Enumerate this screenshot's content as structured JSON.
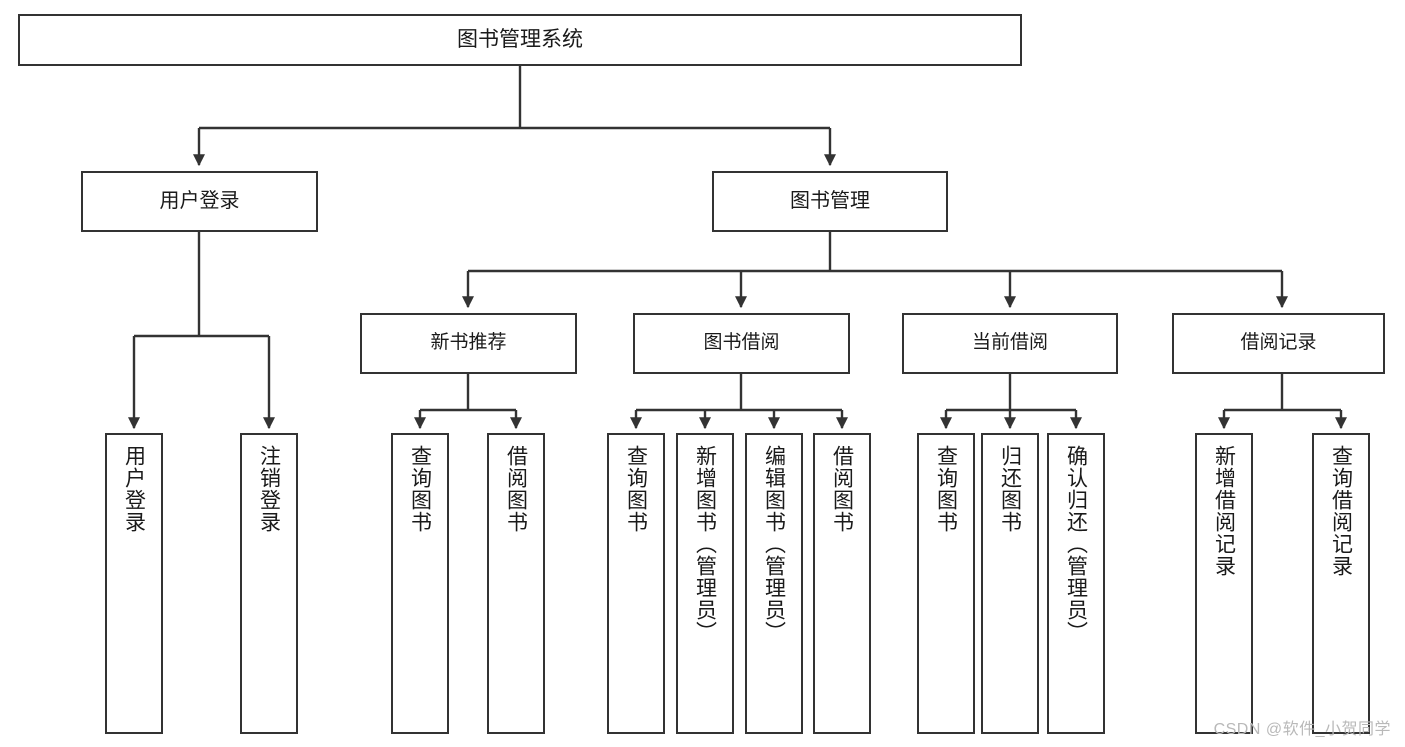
{
  "diagram": {
    "type": "hierarchy-tree",
    "title": "图书管理系统",
    "background": "#ffffff",
    "line_color": "#333333",
    "node_border_color": "#333333",
    "node_fill": "#ffffff",
    "text_color": "#1a1a1a",
    "watermark": "CSDN @软件_小贺同学",
    "levels": {
      "root": {
        "label": "图书管理系统"
      },
      "level1": [
        {
          "id": "user-login",
          "label": "用户登录"
        },
        {
          "id": "book-management",
          "label": "图书管理"
        }
      ],
      "level2": [
        {
          "id": "new-book-recommend",
          "label": "新书推荐",
          "parent": "book-management"
        },
        {
          "id": "book-borrow",
          "label": "图书借阅",
          "parent": "book-management"
        },
        {
          "id": "current-borrow",
          "label": "当前借阅",
          "parent": "book-management"
        },
        {
          "id": "borrow-record",
          "label": "借阅记录",
          "parent": "book-management"
        }
      ],
      "leaves": [
        {
          "id": "leaf-user-login",
          "label": "用户登录",
          "parent": "user-login"
        },
        {
          "id": "leaf-logout-login",
          "label": "注销登录",
          "parent": "user-login"
        },
        {
          "id": "leaf-query-book-1",
          "label": "查询图书",
          "parent": "new-book-recommend"
        },
        {
          "id": "leaf-borrow-book-1",
          "label": "借阅图书",
          "parent": "new-book-recommend"
        },
        {
          "id": "leaf-query-book-2",
          "label": "查询图书",
          "parent": "book-borrow"
        },
        {
          "id": "leaf-add-book",
          "label": "新增图书（管理员）",
          "parent": "book-borrow"
        },
        {
          "id": "leaf-edit-book",
          "label": "编辑图书（管理员）",
          "parent": "book-borrow"
        },
        {
          "id": "leaf-borrow-book-2",
          "label": "借阅图书",
          "parent": "book-borrow"
        },
        {
          "id": "leaf-query-book-3",
          "label": "查询图书",
          "parent": "current-borrow"
        },
        {
          "id": "leaf-return-book",
          "label": "归还图书",
          "parent": "current-borrow"
        },
        {
          "id": "leaf-confirm-return",
          "label": "确认归还（管理员）",
          "parent": "current-borrow"
        },
        {
          "id": "leaf-add-record",
          "label": "新增借阅记录",
          "parent": "borrow-record"
        },
        {
          "id": "leaf-query-record",
          "label": "查询借阅记录",
          "parent": "borrow-record"
        }
      ]
    }
  }
}
